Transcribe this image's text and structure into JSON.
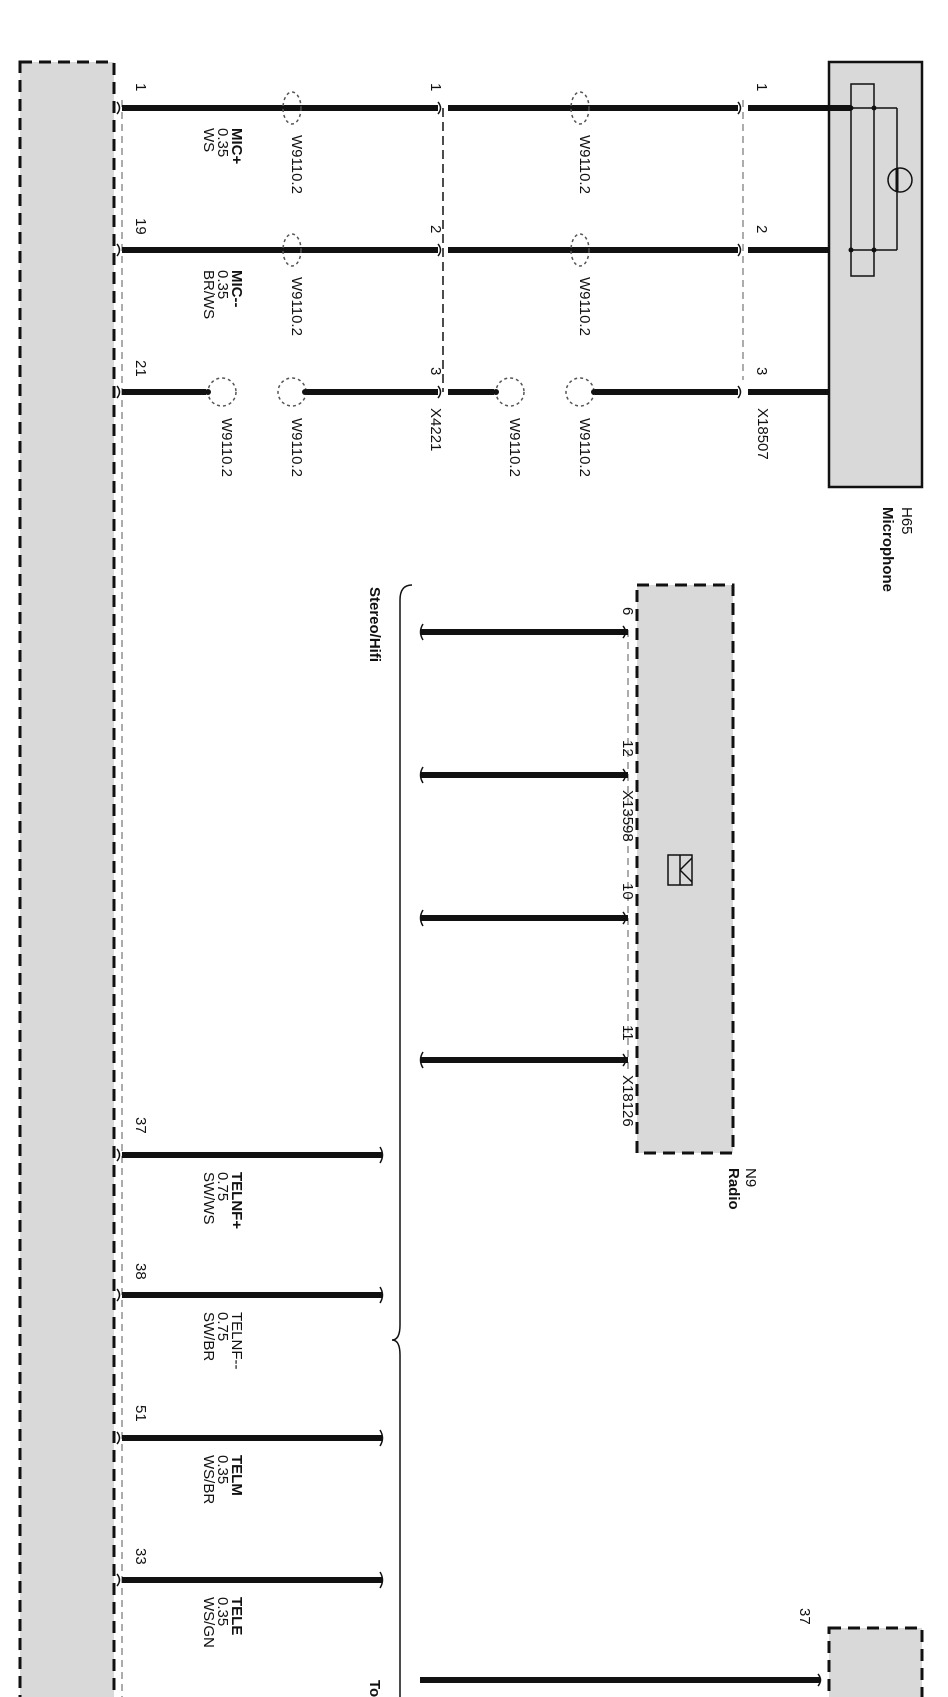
{
  "colors": {
    "box_fill": "#d9d9d9",
    "wire": "#111111",
    "shield": "#888888",
    "background": "#ffffff"
  },
  "microphone": {
    "id": "H65",
    "name": "Microphone",
    "connector": "X18507",
    "pins": [
      "1",
      "2",
      "3"
    ]
  },
  "connector_x4221": {
    "id": "X4221",
    "pins": [
      "1",
      "2",
      "3"
    ]
  },
  "shield_label": "W9110.2",
  "module_pins": [
    {
      "pin": "1",
      "signal": "MIC+",
      "size": "0.35",
      "color": "WS"
    },
    {
      "pin": "19",
      "signal": "MIC--",
      "size": "0.35",
      "color": "BR/WS"
    },
    {
      "pin": "21"
    },
    {
      "pin": "37",
      "signal": "TELNF+",
      "size": "0.75",
      "color": "SW/WS"
    },
    {
      "pin": "38",
      "signal": "TELNF--",
      "size": "0.75",
      "color": "SW/BR"
    },
    {
      "pin": "51",
      "signal": "TELM",
      "size": "0.35",
      "color": "WS/BR"
    },
    {
      "pin": "33",
      "signal": "TELE",
      "size": "0.35",
      "color": "WS/GN"
    }
  ],
  "radio": {
    "id": "N9",
    "name": "Radio",
    "pins": [
      "6",
      "12",
      "10",
      "11"
    ],
    "connector_1": "X13598",
    "connector_2": "X18126"
  },
  "stereo_label": "Stereo/Hifi",
  "bottom": {
    "pin": "37",
    "partial_label": "To"
  }
}
